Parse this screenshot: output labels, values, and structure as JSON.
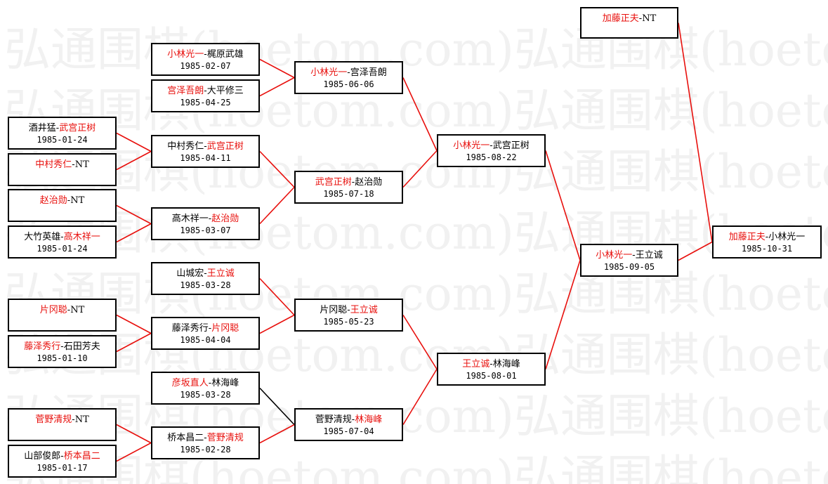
{
  "watermark": {
    "text": "弘通围棋(hoetom.com)弘通围棋(hoetom.com)"
  },
  "colors": {
    "winner": "#e8100d",
    "line": "#e8100d",
    "line_alt": "#000000",
    "border": "#000000"
  },
  "bracket": {
    "matches": [
      {
        "id": "m1",
        "round": 1,
        "p1": "酒井猛",
        "p2": "武宫正树",
        "winner": "p2",
        "date": "1985-01-24"
      },
      {
        "id": "m2",
        "round": 1,
        "p1": "中村秀仁",
        "p2": "NT",
        "winner": "p1",
        "date": ""
      },
      {
        "id": "m3",
        "round": 1,
        "p1": "赵治勋",
        "p2": "NT",
        "winner": "p1",
        "date": ""
      },
      {
        "id": "m4",
        "round": 1,
        "p1": "大竹英雄",
        "p2": "高木祥一",
        "winner": "p2",
        "date": "1985-01-24"
      },
      {
        "id": "m5",
        "round": 1,
        "p1": "片冈聪",
        "p2": "NT",
        "winner": "p1",
        "date": ""
      },
      {
        "id": "m6",
        "round": 1,
        "p1": "藤泽秀行",
        "p2": "石田芳夫",
        "winner": "p1",
        "date": "1985-01-10"
      },
      {
        "id": "m7",
        "round": 1,
        "p1": "菅野清规",
        "p2": "NT",
        "winner": "p1",
        "date": ""
      },
      {
        "id": "m8",
        "round": 1,
        "p1": "山部俊郎",
        "p2": "桥本昌二",
        "winner": "p2",
        "date": "1985-01-17"
      },
      {
        "id": "m9",
        "round": 2,
        "p1": "小林光一",
        "p2": "梶原武雄",
        "winner": "p1",
        "date": "1985-02-07"
      },
      {
        "id": "m10",
        "round": 2,
        "p1": "宫泽吾朗",
        "p2": "大平修三",
        "winner": "p1",
        "date": "1985-04-25"
      },
      {
        "id": "m11",
        "round": 2,
        "p1": "中村秀仁",
        "p2": "武宫正树",
        "winner": "p2",
        "date": "1985-04-11"
      },
      {
        "id": "m12",
        "round": 2,
        "p1": "高木祥一",
        "p2": "赵治勋",
        "winner": "p2",
        "date": "1985-03-07"
      },
      {
        "id": "m13",
        "round": 2,
        "p1": "山城宏",
        "p2": "王立诚",
        "winner": "p2",
        "date": "1985-03-28"
      },
      {
        "id": "m14",
        "round": 2,
        "p1": "藤泽秀行",
        "p2": "片冈聪",
        "winner": "p2",
        "date": "1985-04-04"
      },
      {
        "id": "m15",
        "round": 2,
        "p1": "彦坂直人",
        "p2": "林海峰",
        "winner": "p1",
        "date": "1985-03-28"
      },
      {
        "id": "m16",
        "round": 2,
        "p1": "桥本昌二",
        "p2": "菅野清规",
        "winner": "p2",
        "date": "1985-02-28"
      },
      {
        "id": "m17",
        "round": 3,
        "p1": "小林光一",
        "p2": "宫泽吾朗",
        "winner": "p1",
        "date": "1985-06-06"
      },
      {
        "id": "m18",
        "round": 3,
        "p1": "武宫正树",
        "p2": "赵治勋",
        "winner": "p1",
        "date": "1985-07-18"
      },
      {
        "id": "m19",
        "round": 3,
        "p1": "片冈聪",
        "p2": "王立诚",
        "winner": "p2",
        "date": "1985-05-23"
      },
      {
        "id": "m20",
        "round": 3,
        "p1": "菅野清规",
        "p2": "林海峰",
        "winner": "p2",
        "date": "1985-07-04"
      },
      {
        "id": "m21",
        "round": 4,
        "p1": "小林光一",
        "p2": "武宫正树",
        "winner": "p1",
        "date": "1985-08-22"
      },
      {
        "id": "m22",
        "round": 4,
        "p1": "王立诚",
        "p2": "林海峰",
        "winner": "p1",
        "date": "1985-08-01"
      },
      {
        "id": "m23",
        "round": 5,
        "p1": "小林光一",
        "p2": "王立诚",
        "winner": "p1",
        "date": "1985-09-05"
      },
      {
        "id": "m24",
        "round": 5,
        "p1": "加藤正夫",
        "p2": "NT",
        "winner": "p1",
        "date": ""
      },
      {
        "id": "m25",
        "round": 6,
        "p1": "加藤正夫",
        "p2": "小林光一",
        "winner": "p1",
        "date": "1985-10-31"
      }
    ],
    "connections": [
      {
        "from": "m1",
        "to": "m11"
      },
      {
        "from": "m2",
        "to": "m11"
      },
      {
        "from": "m3",
        "to": "m12"
      },
      {
        "from": "m4",
        "to": "m12"
      },
      {
        "from": "m5",
        "to": "m14"
      },
      {
        "from": "m6",
        "to": "m14"
      },
      {
        "from": "m7",
        "to": "m16"
      },
      {
        "from": "m8",
        "to": "m16"
      },
      {
        "from": "m9",
        "to": "m17"
      },
      {
        "from": "m10",
        "to": "m17"
      },
      {
        "from": "m11",
        "to": "m18"
      },
      {
        "from": "m12",
        "to": "m18"
      },
      {
        "from": "m13",
        "to": "m19"
      },
      {
        "from": "m14",
        "to": "m19"
      },
      {
        "from": "m15",
        "to": "m20",
        "alt": true
      },
      {
        "from": "m16",
        "to": "m20"
      },
      {
        "from": "m17",
        "to": "m21"
      },
      {
        "from": "m18",
        "to": "m21"
      },
      {
        "from": "m19",
        "to": "m22"
      },
      {
        "from": "m20",
        "to": "m22"
      },
      {
        "from": "m21",
        "to": "m23"
      },
      {
        "from": "m22",
        "to": "m23"
      },
      {
        "from": "m24",
        "to": "m25"
      },
      {
        "from": "m23",
        "to": "m25"
      }
    ]
  }
}
